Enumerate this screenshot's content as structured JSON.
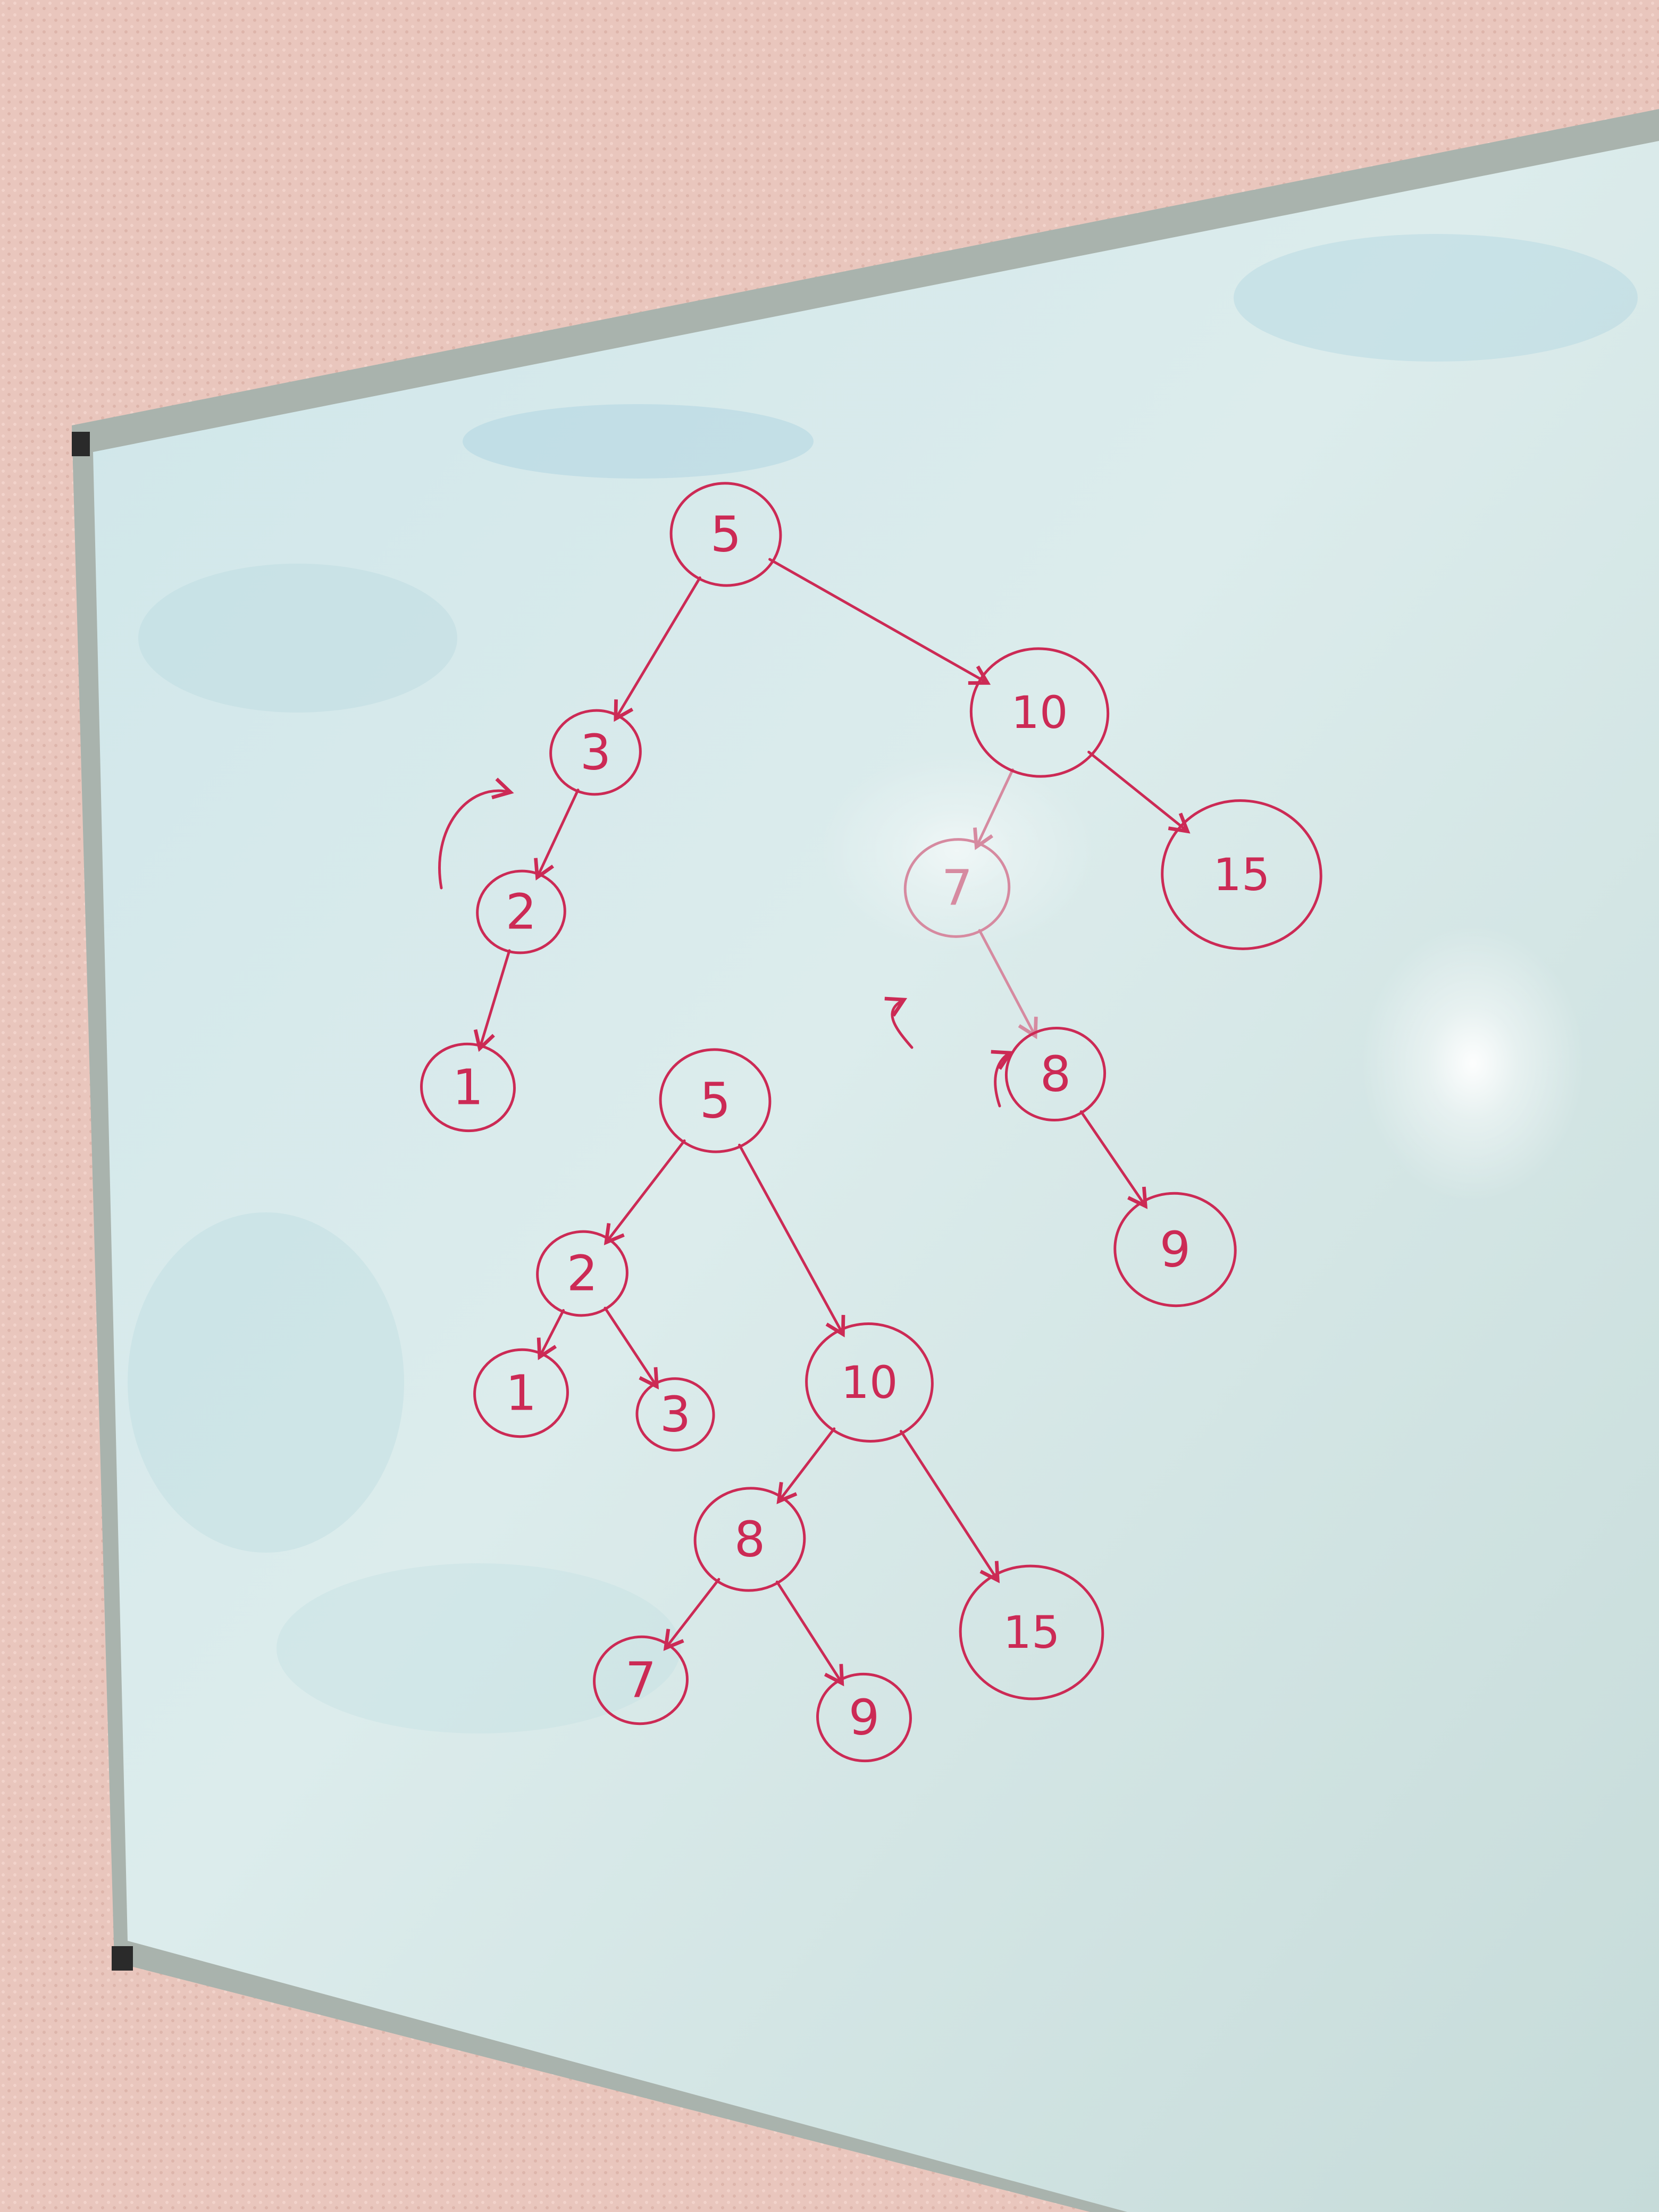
{
  "colors": {
    "wall": "#e9c6bd",
    "board_surface": "#d6e8e8",
    "board_frame": "#9aa6a0",
    "marker": "#cc2a55",
    "ghost_marker": "#e3a6b3"
  },
  "trees": [
    {
      "nodes": [
        {
          "id": "a5",
          "label": "5"
        },
        {
          "id": "a3",
          "label": "3"
        },
        {
          "id": "a10",
          "label": "10"
        },
        {
          "id": "a2",
          "label": "2"
        },
        {
          "id": "a1",
          "label": "1"
        },
        {
          "id": "a7",
          "label": "7"
        },
        {
          "id": "a15",
          "label": "15"
        },
        {
          "id": "a8",
          "label": "8"
        },
        {
          "id": "a9",
          "label": "9"
        }
      ],
      "edges": [
        [
          "a5",
          "a3"
        ],
        [
          "a5",
          "a10"
        ],
        [
          "a3",
          "a2"
        ],
        [
          "a2",
          "a1"
        ],
        [
          "a10",
          "a7"
        ],
        [
          "a10",
          "a15"
        ],
        [
          "a7",
          "a8"
        ],
        [
          "a8",
          "a9"
        ]
      ]
    },
    {
      "nodes": [
        {
          "id": "b5",
          "label": "5"
        },
        {
          "id": "b2",
          "label": "2"
        },
        {
          "id": "b10",
          "label": "10"
        },
        {
          "id": "b1",
          "label": "1"
        },
        {
          "id": "b3",
          "label": "3"
        },
        {
          "id": "b8",
          "label": "8"
        },
        {
          "id": "b15",
          "label": "15"
        },
        {
          "id": "b7",
          "label": "7"
        },
        {
          "id": "b9",
          "label": "9"
        }
      ],
      "edges": [
        [
          "b5",
          "b2"
        ],
        [
          "b5",
          "b10"
        ],
        [
          "b2",
          "b1"
        ],
        [
          "b2",
          "b3"
        ],
        [
          "b10",
          "b8"
        ],
        [
          "b10",
          "b15"
        ],
        [
          "b8",
          "b7"
        ],
        [
          "b8",
          "b9"
        ]
      ]
    }
  ]
}
